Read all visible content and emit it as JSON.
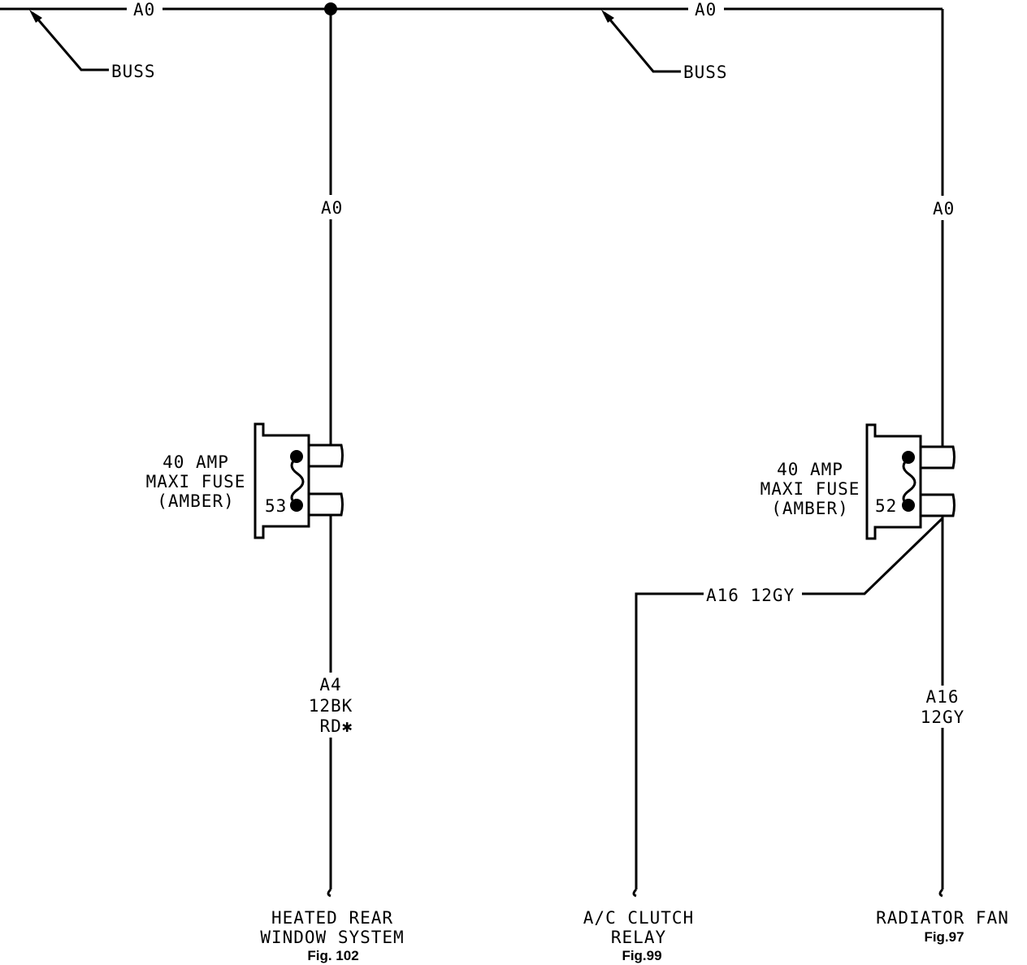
{
  "bus": {
    "wire_label": "A0",
    "buss_label": "BUSS"
  },
  "fuses": [
    {
      "id": "fuse-53",
      "rating_line1": "40 AMP",
      "rating_line2": "MAXI FUSE",
      "rating_line3": "(AMBER)",
      "number": "53",
      "input_wire": "A0"
    },
    {
      "id": "fuse-52",
      "rating_line1": "40 AMP",
      "rating_line2": "MAXI FUSE",
      "rating_line3": "(AMBER)",
      "number": "52",
      "input_wire": "A0"
    }
  ],
  "wires": {
    "left_out_line1": "A4",
    "left_out_line2": "12BK",
    "left_out_line3": "RD✱",
    "branch_label": "A16 12GY",
    "right_out_line1": "A16",
    "right_out_line2": "12GY"
  },
  "destinations": [
    {
      "line1": "HEATED REAR",
      "line2": "WINDOW SYSTEM",
      "fig": "Fig. 102"
    },
    {
      "line1": "A/C CLUTCH",
      "line2": "RELAY",
      "fig": "Fig.99"
    },
    {
      "line1": "RADIATOR FAN",
      "line2": "",
      "fig": "Fig.97"
    }
  ]
}
